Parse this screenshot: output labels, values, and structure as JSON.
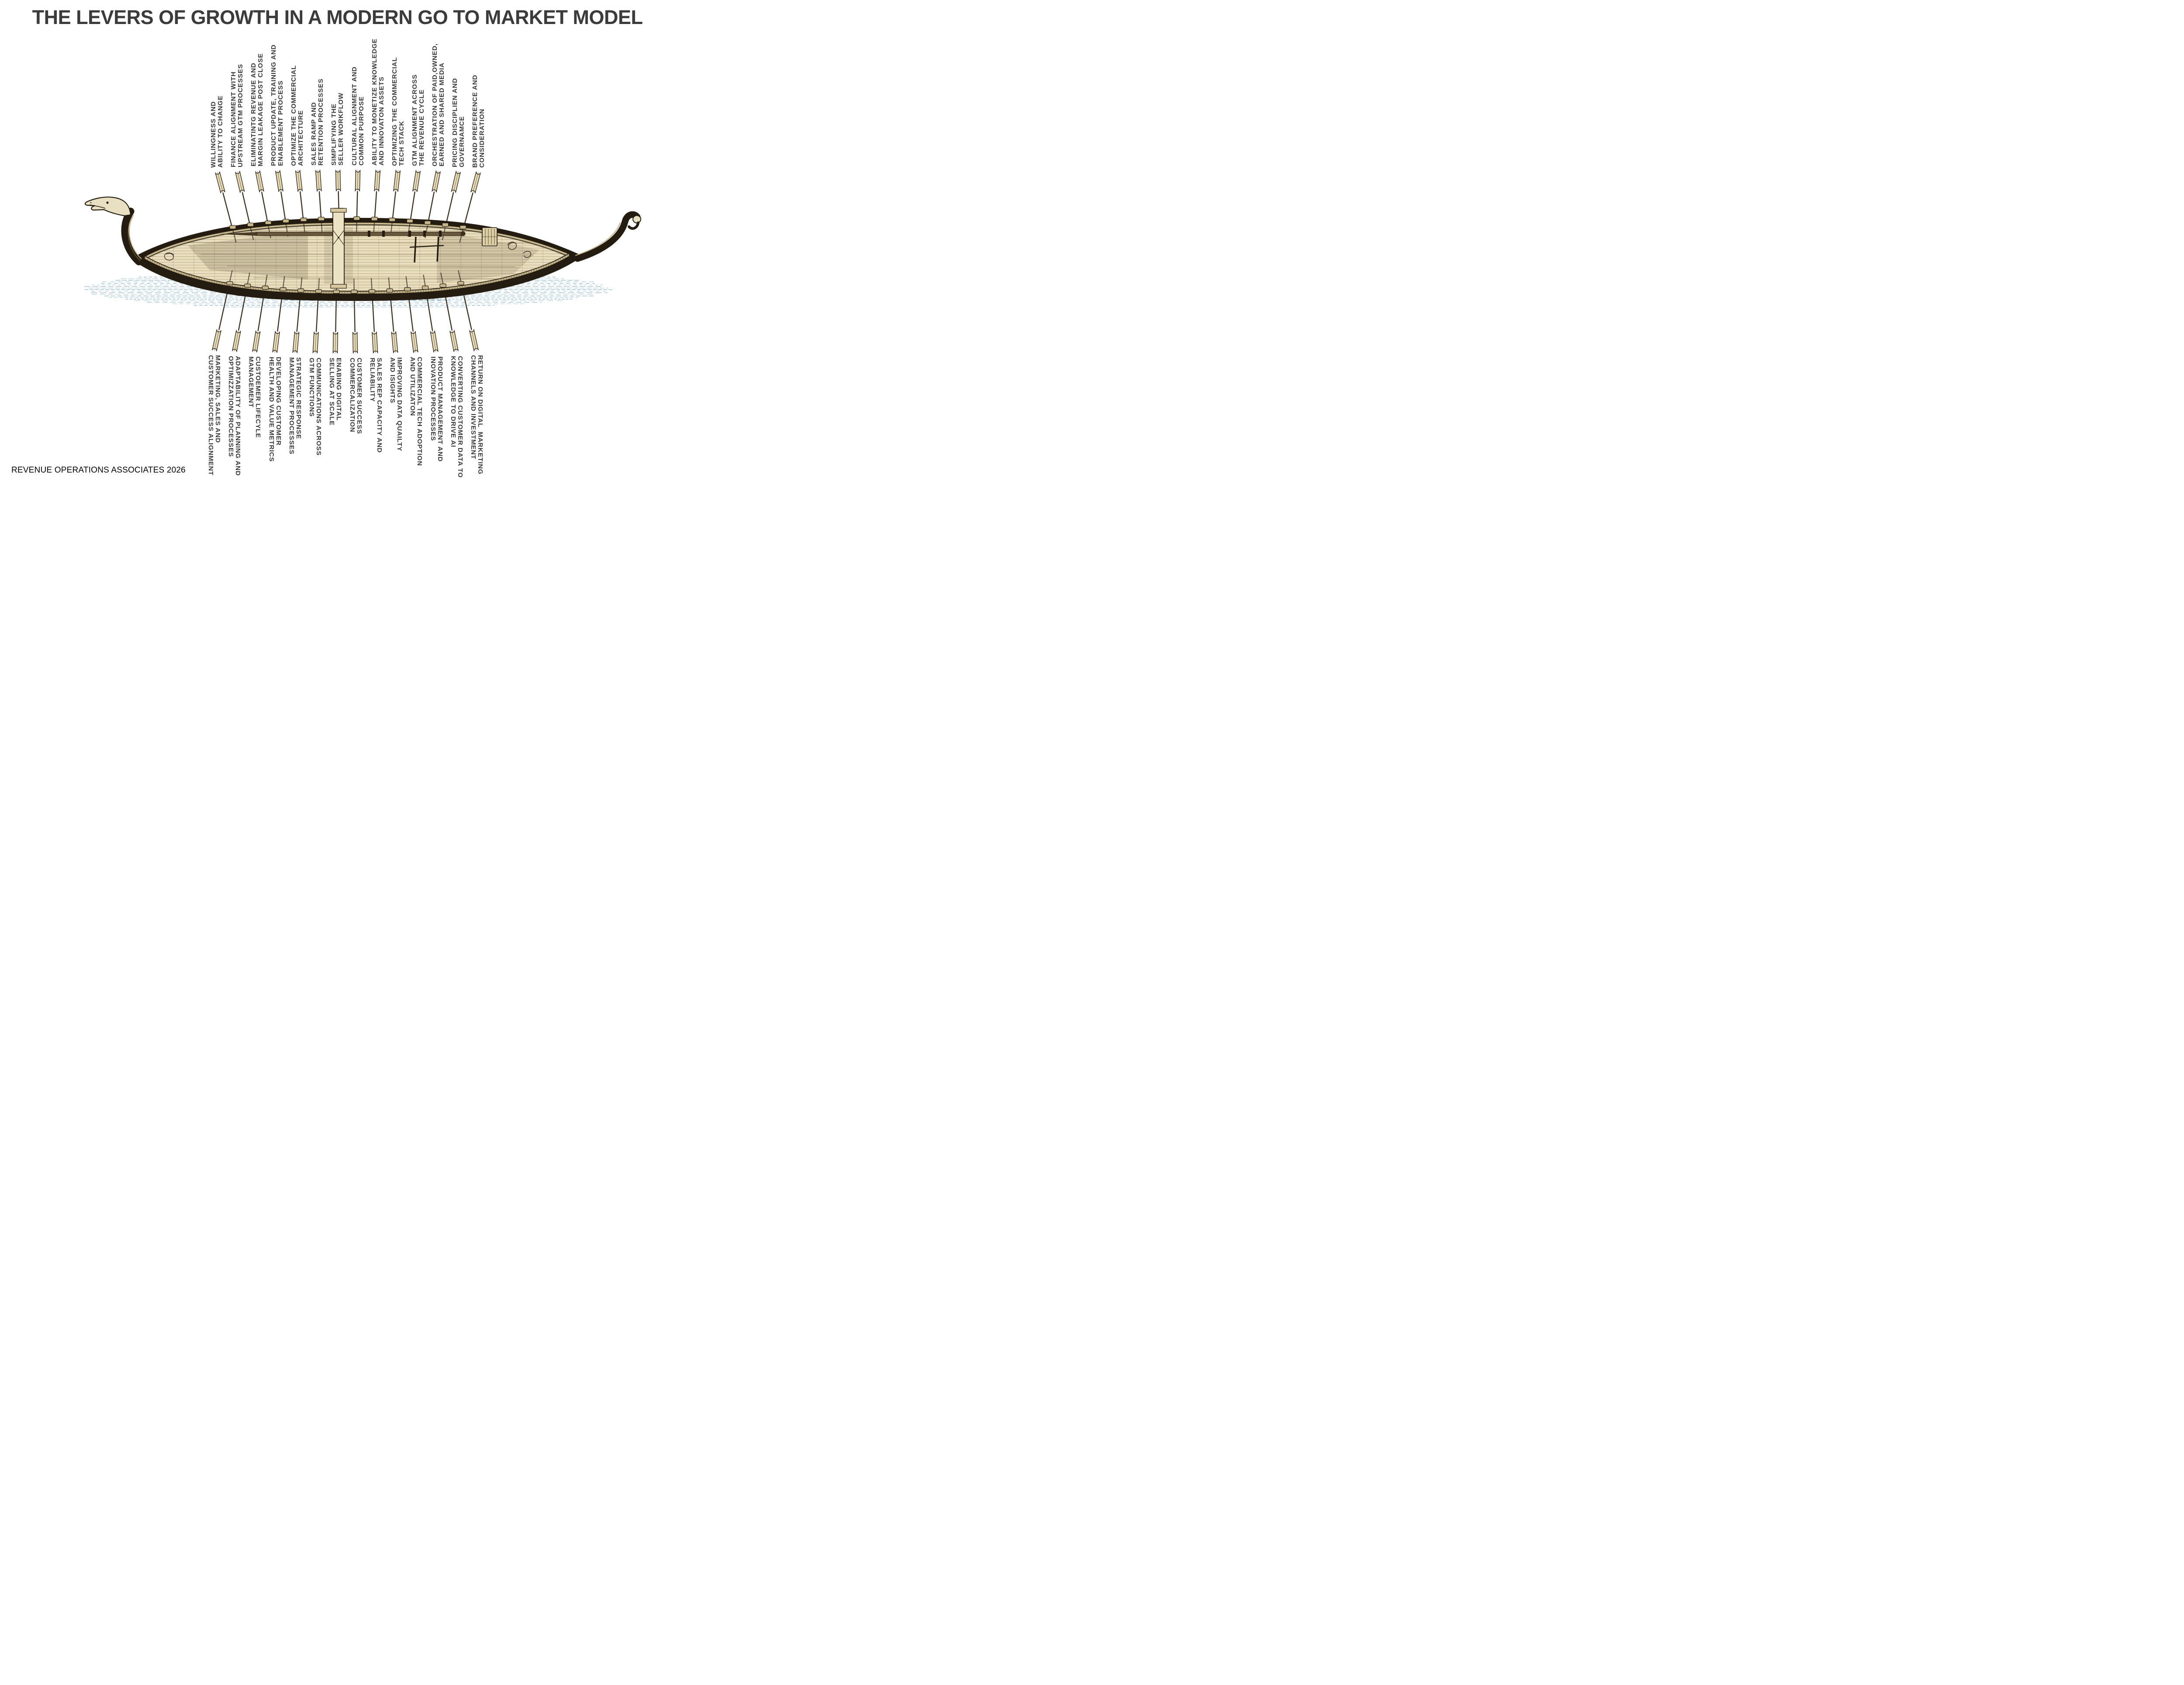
{
  "title": "THE LEVERS OF GROWTH IN A MODERN GO TO MARKET MODEL",
  "footer": "REVENUE OPERATIONS ASSOCIATES 2026",
  "illustration": "viking-longship-with-oars",
  "colors": {
    "title_text": "#3b3b3b",
    "label_text": "#3a3a3a",
    "footer_text": "#000000",
    "hull_dark": "#241c10",
    "deck_cream": "#e9dfc0",
    "rail_tan": "#c8b88d",
    "oar_blade_cream": "#e8dcb6",
    "water_blue": "#8fb3c8",
    "background": "#ffffff"
  },
  "top_levers": [
    {
      "lines": [
        "WILLINGNESS AND",
        "ABILITY TO CHANGE"
      ]
    },
    {
      "lines": [
        "FINANCE ALIGNMENT WITH",
        "UPSTREAM GTM PROCESSES"
      ]
    },
    {
      "lines": [
        "ELIMINATINTG REVENUE AND",
        "MARGIN LEAKAGE POST CLOSE"
      ]
    },
    {
      "lines": [
        "PRODUCT UPDATE, TRAINING AND",
        "ENABLEMENT PROCESS"
      ]
    },
    {
      "lines": [
        "OPTIMIZE THE COMMERCIAL",
        "ARCHITECTURE"
      ]
    },
    {
      "lines": [
        "SALES RAMP AND",
        "RETENTION PROCESSES"
      ]
    },
    {
      "lines": [
        "SIMPLIFYING THE",
        "SELLER WORKFLOW"
      ]
    },
    {
      "lines": [
        "CULTURAL ALIGNMENT AND",
        "COMMON PURPOSE"
      ]
    },
    {
      "lines": [
        "ABILITY TO MONETIZE KNOWLEDGE",
        "AND INNOVATON ASSETS"
      ]
    },
    {
      "lines": [
        "OPTIMIZING THE COMMERCIAL",
        "TECH STACK"
      ]
    },
    {
      "lines": [
        "GTM ALIGNMENT ACROSS",
        "THE REVENUE CYCLE"
      ]
    },
    {
      "lines": [
        "ORCHESTRATION OF PAID,OWNED,",
        "EARNED AND SHARED MEDIA"
      ]
    },
    {
      "lines": [
        "PRICING DISCIPLIEN AND",
        "GOVERNAMCE"
      ]
    },
    {
      "lines": [
        "BRAND PREFERENCE AND",
        "CONSIDERATION"
      ]
    }
  ],
  "bottom_levers": [
    {
      "lines": [
        "MARKETING, SALES AND",
        "CUSTOMER SUCCESS ALIGNMENT"
      ]
    },
    {
      "lines": [
        "ADAPTABILITY OF PLANNING AND",
        "OPTIMIZZATION PROCESSES"
      ]
    },
    {
      "lines": [
        "CUSTOEMER LIFECYLE",
        "MANAGEMENT"
      ]
    },
    {
      "lines": [
        "DEVELOPING CUSTOMER",
        "HEALTH AND VALUE METRICS"
      ]
    },
    {
      "lines": [
        "STRATEGIC RESPONSE",
        "MANAGEMENT PROCESSES"
      ]
    },
    {
      "lines": [
        "COMMUNICATIONS ACROSS",
        "GTM FUNCTIONS"
      ]
    },
    {
      "lines": [
        "ENABING DIGITAL",
        "SELLING AT SCALE"
      ]
    },
    {
      "lines": [
        "CUSTOMER SUCCESS",
        "COMMERCALIZATION"
      ]
    },
    {
      "lines": [
        "SALES REP CAPACITY AND",
        "RELIABILITY"
      ]
    },
    {
      "lines": [
        "IMPROVING DATA QUAILTY",
        "AND ISIGHTS"
      ]
    },
    {
      "lines": [
        "COMMERCIAL TECH ADOPTION",
        "AND UTILIZATON"
      ]
    },
    {
      "lines": [
        "PRODUCT MANAGEMENT AND",
        "INOVATION PROCESSES"
      ]
    },
    {
      "lines": [
        "CONVERTING CUSTOMER DATA TO",
        "KNOWLEDGE TO DRIVE AI"
      ]
    },
    {
      "lines": [
        "RETURN ON DIGITAL  MARKETING",
        "CHANNELS AND INVESTMENT"
      ]
    }
  ]
}
